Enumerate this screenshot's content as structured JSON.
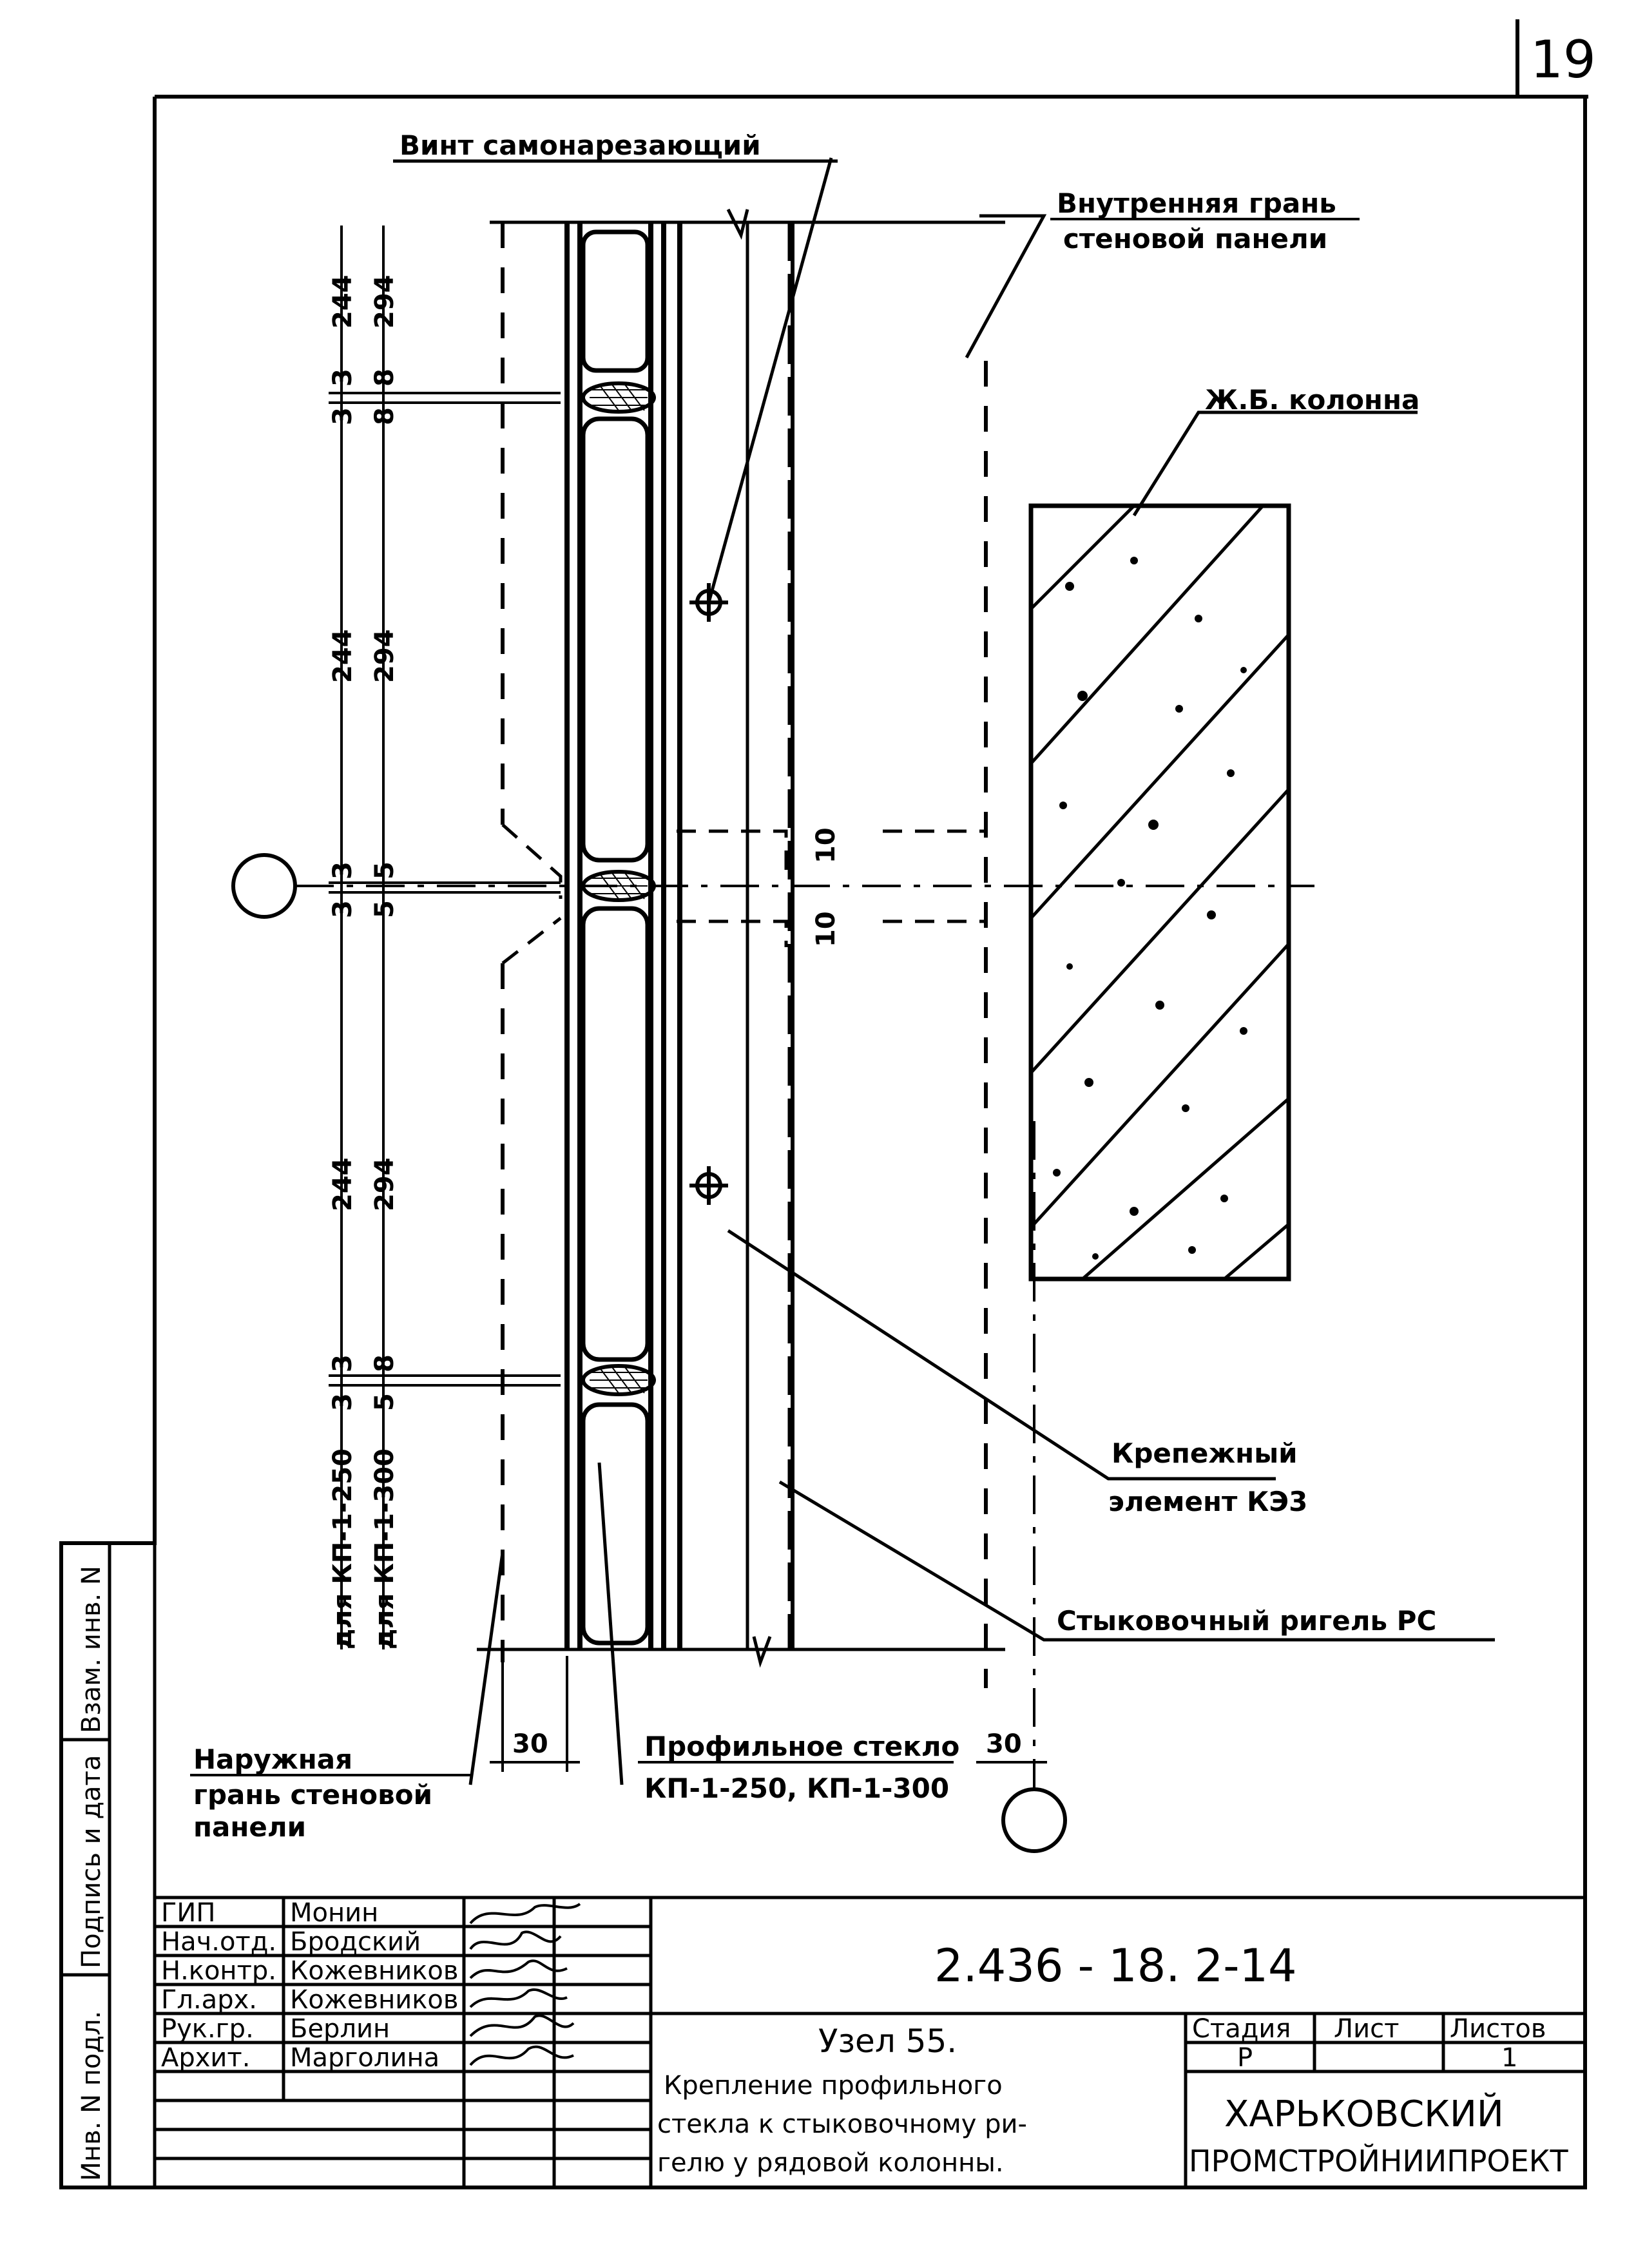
{
  "sheet": {
    "number": "19"
  },
  "labels": {
    "screw": "Винт самонарезающий",
    "inner_face_1": "Внутренняя грань",
    "inner_face_2": "стеновой панели",
    "column": "Ж.Б. колонна",
    "fastener_1": "Крепежный",
    "fastener_2": "элемент КЭ3",
    "crossbar": "Стыковочный ригель РС",
    "outer_face_1": "Наружная",
    "outer_face_2": "грань стеновой",
    "outer_face_3": "панели",
    "glass_1": "Профильное стекло",
    "glass_2": "КП-1-250, КП-1-300"
  },
  "dimensions": {
    "left_col": [
      "244",
      "3",
      "3",
      "244",
      "3",
      "3",
      "244",
      "3",
      "3"
    ],
    "right_col": [
      "294",
      "8",
      "8",
      "294",
      "5",
      "5",
      "294",
      "8",
      "5"
    ],
    "right_gap": [
      "10",
      "10"
    ],
    "offset_left": "30",
    "offset_right": "30",
    "for_250": "для КП-1-250",
    "for_300": "для КП-1-300"
  },
  "side_stamp": {
    "f1": "Взам. инв. N",
    "f2": "Подпись и дата",
    "f3": "Инв. N подл."
  },
  "title_block": {
    "code": "2.436 - 18. 2-14",
    "roles": [
      "ГИП",
      "Нач.отд.",
      "Н.контр.",
      "Гл.арх.",
      "Рук.гр.",
      "Архит."
    ],
    "names": [
      "Монин",
      "Бродский",
      "Кожевников",
      "Кожевников",
      "Берлин",
      "Марголина"
    ],
    "node_title": "Узел 55.",
    "desc": [
      "Крепление профильного",
      "стекла к стыковочному ри-",
      "гелю у рядовой колонны."
    ],
    "stage_h": "Стадия",
    "sheet_h": "Лист",
    "sheets_h": "Листов",
    "stage": "Р",
    "sheet": "",
    "sheets": "1",
    "org_1": "ХАРЬКОВСКИЙ",
    "org_2": "ПРОМСТРОЙНИИПРОЕКТ"
  }
}
